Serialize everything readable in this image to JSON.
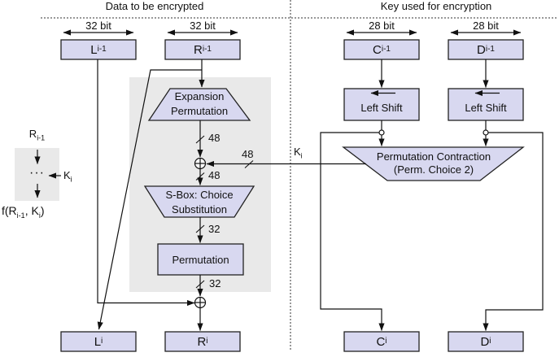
{
  "titles": {
    "left": "Data to be encrypted",
    "right": "Key used for encryption"
  },
  "bit_widths": {
    "l": "32 bit",
    "r": "32 bit",
    "c": "28 bit",
    "d": "28 bit"
  },
  "registers": {
    "l_prev": {
      "base": "L",
      "sub": "i-1"
    },
    "r_prev": {
      "base": "R",
      "sub": "i-1"
    },
    "c_prev": {
      "base": "C",
      "sub": "i-1"
    },
    "d_prev": {
      "base": "D",
      "sub": "i-1"
    },
    "l_next": {
      "base": "L",
      "sub": "i"
    },
    "r_next": {
      "base": "R",
      "sub": "i"
    },
    "c_next": {
      "base": "C",
      "sub": "i"
    },
    "d_next": {
      "base": "D",
      "sub": "i"
    }
  },
  "blocks": {
    "expansion": {
      "line1": "Expansion",
      "line2": "Permutation"
    },
    "sbox": {
      "line1": "S-Box: Choice",
      "line2": "Substitution"
    },
    "permutation": {
      "label": "Permutation"
    },
    "left_shift1": {
      "label": "Left Shift"
    },
    "left_shift2": {
      "label": "Left Shift"
    },
    "perm_contraction": {
      "line1": "Permutation Contraction",
      "line2": "(Perm. Choice 2)"
    }
  },
  "wire_labels": {
    "bits48_in": "48",
    "bits48_key": "48",
    "bits48_out": "48",
    "bits32_sbox": "32",
    "bits32_perm": "32",
    "key": {
      "base": "K",
      "sub": "i"
    }
  },
  "legend": {
    "input": {
      "base": "R",
      "sub": "i-1"
    },
    "dots": "···",
    "key": {
      "base": "K",
      "sub": "i"
    },
    "output": {
      "p1": "f(R",
      "s1": "i-1",
      "p2": ", K",
      "s2": "i",
      "p3": ")"
    }
  },
  "colors": {
    "box_fill": "#d8d8f0",
    "panel_gray": "#e9e9e9",
    "line": "#111111"
  }
}
